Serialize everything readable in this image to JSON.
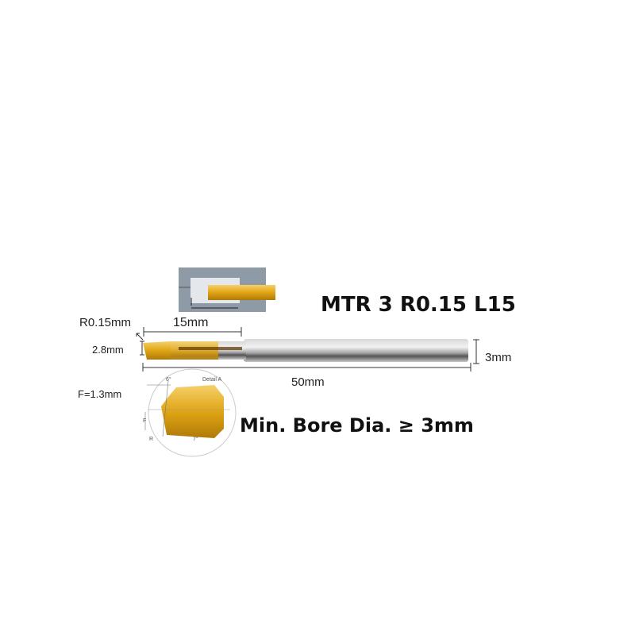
{
  "product": {
    "title": "MTR 3 R0.15 L15",
    "min_bore": "Min. Bore Dia. ≥ 3mm"
  },
  "dimensions": {
    "radius": "R0.15mm",
    "cutting_length": "15mm",
    "head_height": "2.8mm",
    "shank_diameter": "3mm",
    "total_length": "50mm",
    "f_value": "F=1.3mm"
  },
  "detail": {
    "label": "Detail A",
    "angle_top": "6°",
    "angle_bottom": "7°",
    "f_label": "F",
    "r_label": "R"
  },
  "colors": {
    "gold": "#e0a514",
    "steel": "#b8b8b8",
    "block": "#8e9aa6"
  }
}
